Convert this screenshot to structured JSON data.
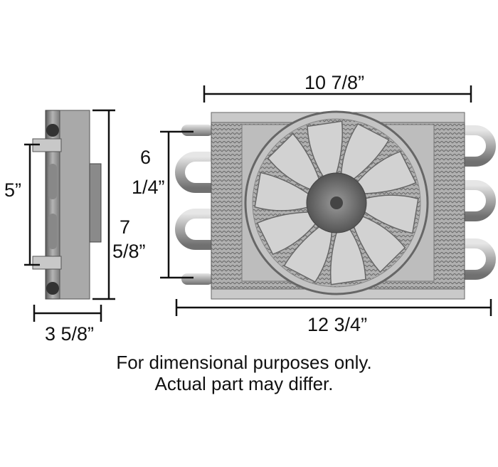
{
  "dimensions": {
    "side_height_inner": "5”",
    "side_height_outer_line1": "7",
    "side_height_outer_line2": "5/8”",
    "side_depth": "3 5/8”",
    "fan_width": "10 7/8”",
    "core_height_line1": "6",
    "core_height_line2": "1/4”",
    "overall_width": "12 3/4”"
  },
  "caption": {
    "line1": "For dimensional purposes only.",
    "line2": "Actual part may differ."
  },
  "colors": {
    "metal": "#b9b9b9",
    "dark_metal": "#6f6f6f",
    "line": "#111111"
  }
}
